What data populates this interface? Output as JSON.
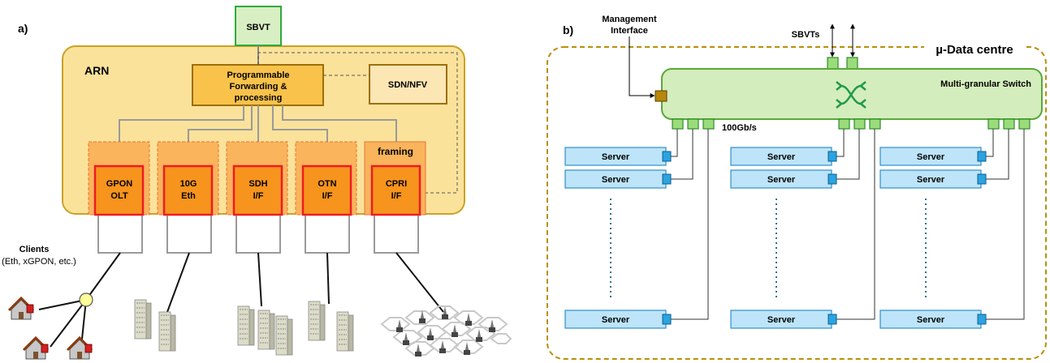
{
  "panel_a": {
    "label": "a)",
    "sbvt": "SBVT",
    "arn": "ARN",
    "pfp": [
      "Programmable",
      "Forwarding  &",
      "processing"
    ],
    "sdn": "SDN/NFV",
    "framing": "framing",
    "interfaces": [
      {
        "l1": "GPON",
        "l2": "OLT"
      },
      {
        "l1": "10G",
        "l2": "Eth"
      },
      {
        "l1": "SDH",
        "l2": "I/F"
      },
      {
        "l1": "OTN",
        "l2": "I/F"
      },
      {
        "l1": "CPRI",
        "l2": "I/F"
      }
    ],
    "clients_title": "Clients",
    "clients_sub": "(Eth, xGPON, etc.)"
  },
  "panel_b": {
    "label": "b)",
    "mgmt": [
      "Management",
      "Interface"
    ],
    "sbvts": "SBVTs",
    "dc": "µ-Data centre",
    "switch": "Multi-granular Switch",
    "rate": "100Gb/s",
    "server": "Server"
  },
  "colors": {
    "arn_fill": "#fbe29a",
    "arn_border": "#c9a227",
    "iface_fill": "#f7941d",
    "iface_border": "#ed1c24",
    "sbvt_fill": "#d8efc4",
    "sbvt_border": "#2eab3d",
    "switch_fill": "#d4edbc",
    "switch_border": "#5aa83a",
    "server_fill": "#bde4f8",
    "server_border": "#2f8fc9",
    "dc_border": "#b8900a"
  }
}
